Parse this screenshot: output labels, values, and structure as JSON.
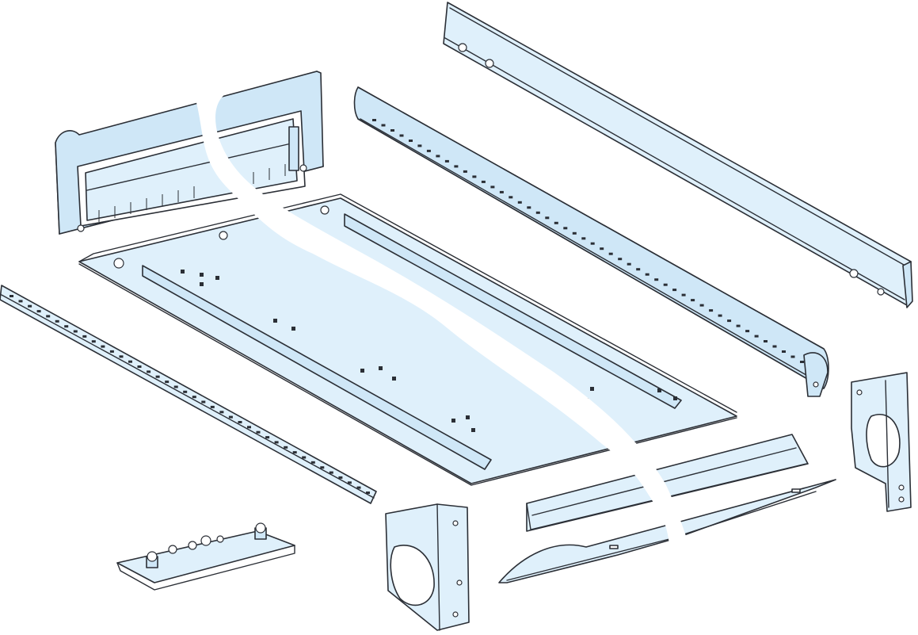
{
  "illustration": {
    "background": "#ffffff",
    "part_fill": "#dff0fb",
    "outline_color": "#2b2f36",
    "cut_color": "#ffffff"
  },
  "parts": [
    {
      "name": "rear-panel-with-cable-frame"
    },
    {
      "name": "top-rail-long"
    },
    {
      "name": "side-rail-with-slots-right"
    },
    {
      "name": "base-tray"
    },
    {
      "name": "slotted-rail-left"
    },
    {
      "name": "side-bracket-right"
    },
    {
      "name": "side-bracket-center"
    },
    {
      "name": "angle-profile"
    },
    {
      "name": "front-trim-strip"
    },
    {
      "name": "mounting-plate-with-studs"
    }
  ]
}
